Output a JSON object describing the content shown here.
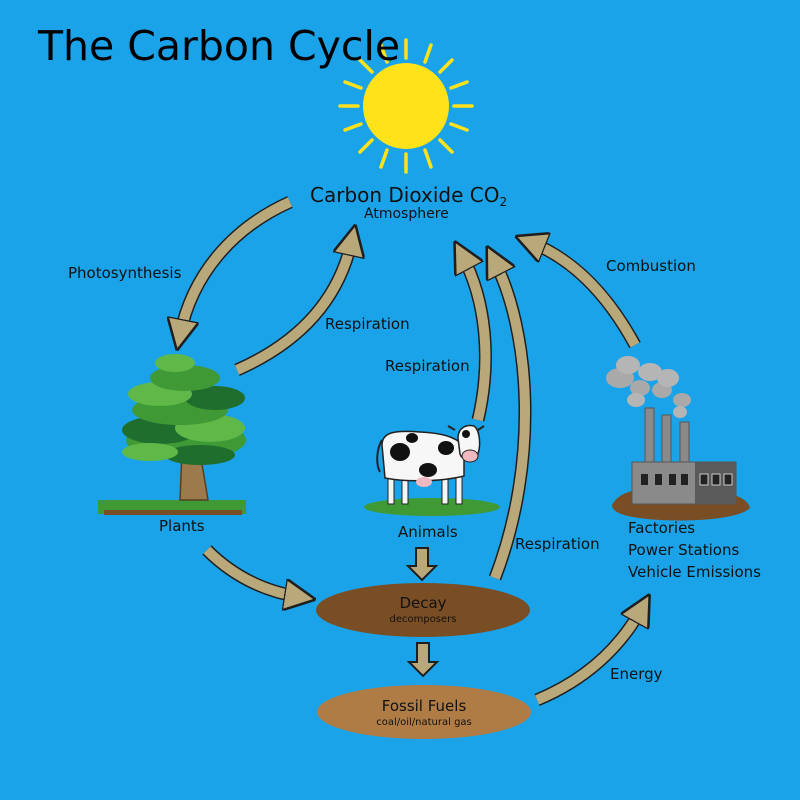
{
  "title": "The Carbon Cycle",
  "atmosphere": {
    "heading": "Carbon Dioxide CO",
    "subscript": "2",
    "subtitle": "Atmosphere"
  },
  "processes": {
    "photosynthesis": "Photosynthesis",
    "respiration_plants": "Respiration",
    "respiration_animals": "Respiration",
    "respiration_decay": "Respiration",
    "combustion": "Combustion",
    "energy": "Energy"
  },
  "nodes": {
    "plants": "Plants",
    "animals": "Animals",
    "factories": [
      "Factories",
      "Power Stations",
      "Vehicle Emissions"
    ],
    "decay": {
      "label": "Decay",
      "sub": "decomposers"
    },
    "fossil_fuels": {
      "label": "Fossil Fuels",
      "sub": "coal/oil/natural gas"
    }
  },
  "colors": {
    "background": "#1aa3e8",
    "arrow_fill": "#b9a97a",
    "arrow_outline": "#1f1f1f",
    "sun": "#ffe21a",
    "decay_soil": "#7a4e24",
    "fossil_soil": "#b07c45",
    "grass": "#3f9a35",
    "smoke": "#a9a9a9"
  }
}
